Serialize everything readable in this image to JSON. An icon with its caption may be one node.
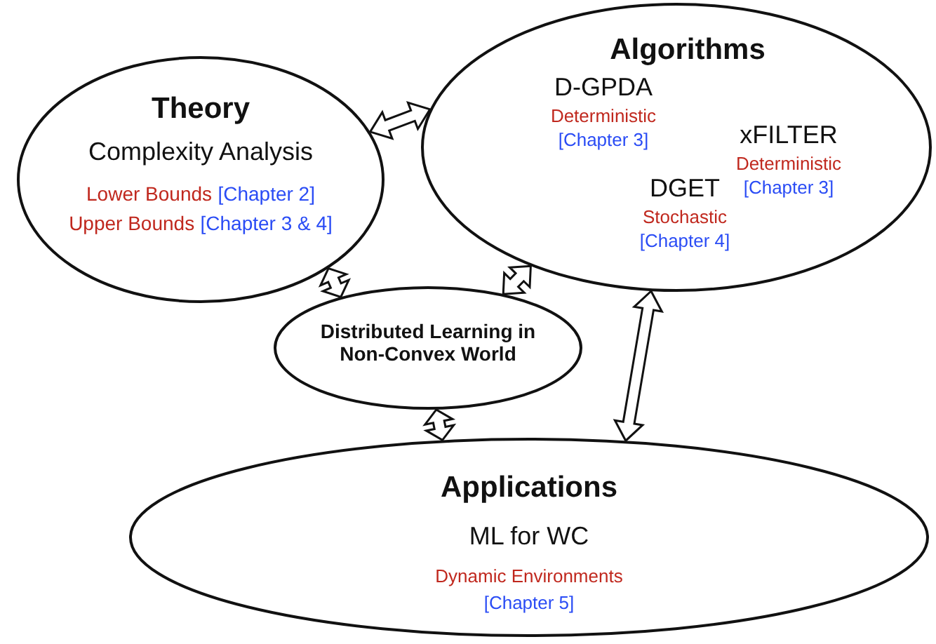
{
  "diagram": {
    "nodes": [
      {
        "text": [
          "Theory",
          "Complexity Analysis",
          "Lower Bounds",
          "[Chapter 2]",
          "Upper Bounds",
          "[Chapter 3 & 4]"
        ]
      },
      {
        "text": [
          "Algorithms",
          "D-GPDA",
          "Deterministic",
          "[Chapter 3]",
          "xFILTER",
          "Deterministic",
          "[Chapter 3]",
          "DGET",
          "Stochastic",
          "[Chapter 4]"
        ]
      },
      {
        "text": [
          "Distributed Learning in Non-Convex World"
        ]
      },
      {
        "text": [
          "Applications",
          "ML for WC",
          "Dynamic Environments",
          "[Chapter 5]"
        ]
      }
    ],
    "edges": [
      {
        "from": 0,
        "to": 1,
        "arrow": "both"
      },
      {
        "from": 0,
        "to": 2,
        "arrow": "both"
      },
      {
        "from": 1,
        "to": 2,
        "arrow": "both"
      },
      {
        "from": 2,
        "to": 3,
        "arrow": "both"
      },
      {
        "from": 1,
        "to": 3,
        "arrow": "both"
      }
    ]
  }
}
